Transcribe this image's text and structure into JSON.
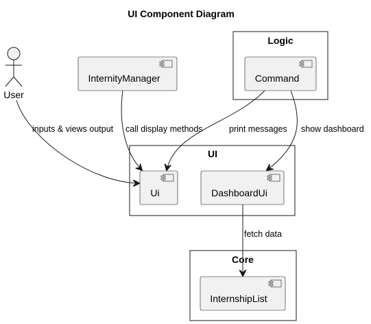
{
  "title": "UI Component Diagram",
  "actor": {
    "label": "User",
    "icon": "stick-figure-icon"
  },
  "packages": {
    "logic": {
      "label": "Logic"
    },
    "ui": {
      "label": "UI"
    },
    "core": {
      "label": "Core"
    }
  },
  "components": {
    "internity_manager": "InternityManager",
    "command": "Command",
    "ui": "Ui",
    "dashboard_ui": "DashboardUi",
    "internship_list": "InternshipList"
  },
  "edges": {
    "user_to_ui": "inputs & views output",
    "manager_to_ui": "call display methods",
    "command_to_ui": "print messages",
    "command_to_dashboard": "show dashboard",
    "dashboard_to_list": "fetch data"
  },
  "colors": {
    "component_fill": "#f1f1f1",
    "stroke": "#181818",
    "background": "#ffffff"
  }
}
